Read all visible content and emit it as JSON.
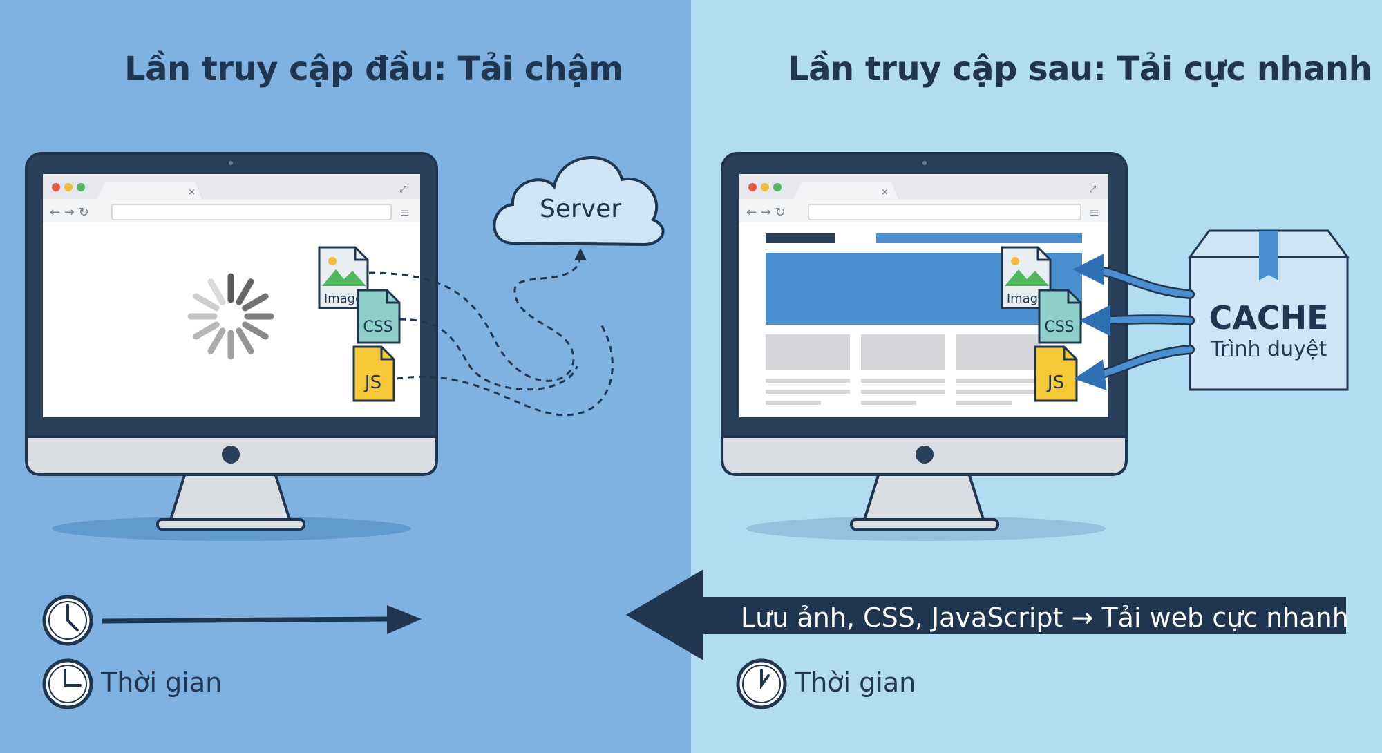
{
  "left": {
    "title": "Lần truy cập đầu: Tải chậm",
    "server_label": "Server",
    "file_labels": {
      "image": "Image",
      "css": "CSS",
      "js": "JS"
    },
    "time_label": "Thời gian"
  },
  "right": {
    "title": "Lần truy cập sau: Tải cực nhanh",
    "file_labels": {
      "image": "Image",
      "css": "CSS",
      "js": "JS"
    },
    "cache_title": "CACHE",
    "cache_subtitle": "Trình duyệt",
    "banner_text": "Lưu ảnh, CSS, JavaScript → Tải web cực nhanh",
    "time_label": "Thời gian"
  },
  "colors": {
    "left_bg": "#7fb2e0",
    "right_bg": "#b2dcf2",
    "dark_navy": "#1f3550",
    "accent_blue": "#4a8fcf",
    "js_yellow": "#f5c938",
    "css_teal": "#8ecfc9",
    "traffic_red": "#e8574b",
    "traffic_yellow": "#f3bb3b",
    "traffic_green": "#4fb85c"
  },
  "icons": [
    "clock-icon",
    "loading-spinner-icon",
    "cloud-icon",
    "image-file-icon",
    "css-file-icon",
    "js-file-icon",
    "cache-box-icon",
    "arrow-icon"
  ]
}
